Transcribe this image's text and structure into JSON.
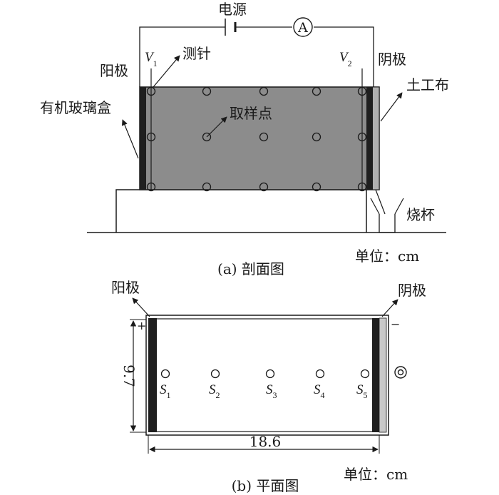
{
  "section_view": {
    "power_label": "电源",
    "ammeter_symbol": "A",
    "probe_v1": {
      "letter": "V",
      "subscript": "1"
    },
    "probe_v2": {
      "letter": "V",
      "subscript": "2"
    },
    "probe_label": "测针",
    "anode_label": "阳极",
    "cathode_label": "阴极",
    "geotextile_label": "土工布",
    "plexiglass_box_label": "有机玻璃盒",
    "sampling_point_label": "取样点",
    "beaker_label": "烧杯",
    "unit_label": "单位：cm",
    "caption": "(a) 剖面图"
  },
  "plan_view": {
    "anode_label": "阳极",
    "cathode_label": "阴极",
    "plus_sign": "+",
    "minus_sign": "−",
    "height_dimension": "9.7",
    "length_dimension": "18.6",
    "sample_points": [
      {
        "letter": "S",
        "subscript": "1"
      },
      {
        "letter": "S",
        "subscript": "2"
      },
      {
        "letter": "S",
        "subscript": "3"
      },
      {
        "letter": "S",
        "subscript": "4"
      },
      {
        "letter": "S",
        "subscript": "5"
      }
    ],
    "unit_label": "单位：cm",
    "caption": "(b) 平面图"
  },
  "colors": {
    "soil_fill": "#8c8c8c",
    "electrode": "#1f1f1f",
    "geotextile_plan": "#c8c8c8",
    "line": "#1a1a1a"
  }
}
